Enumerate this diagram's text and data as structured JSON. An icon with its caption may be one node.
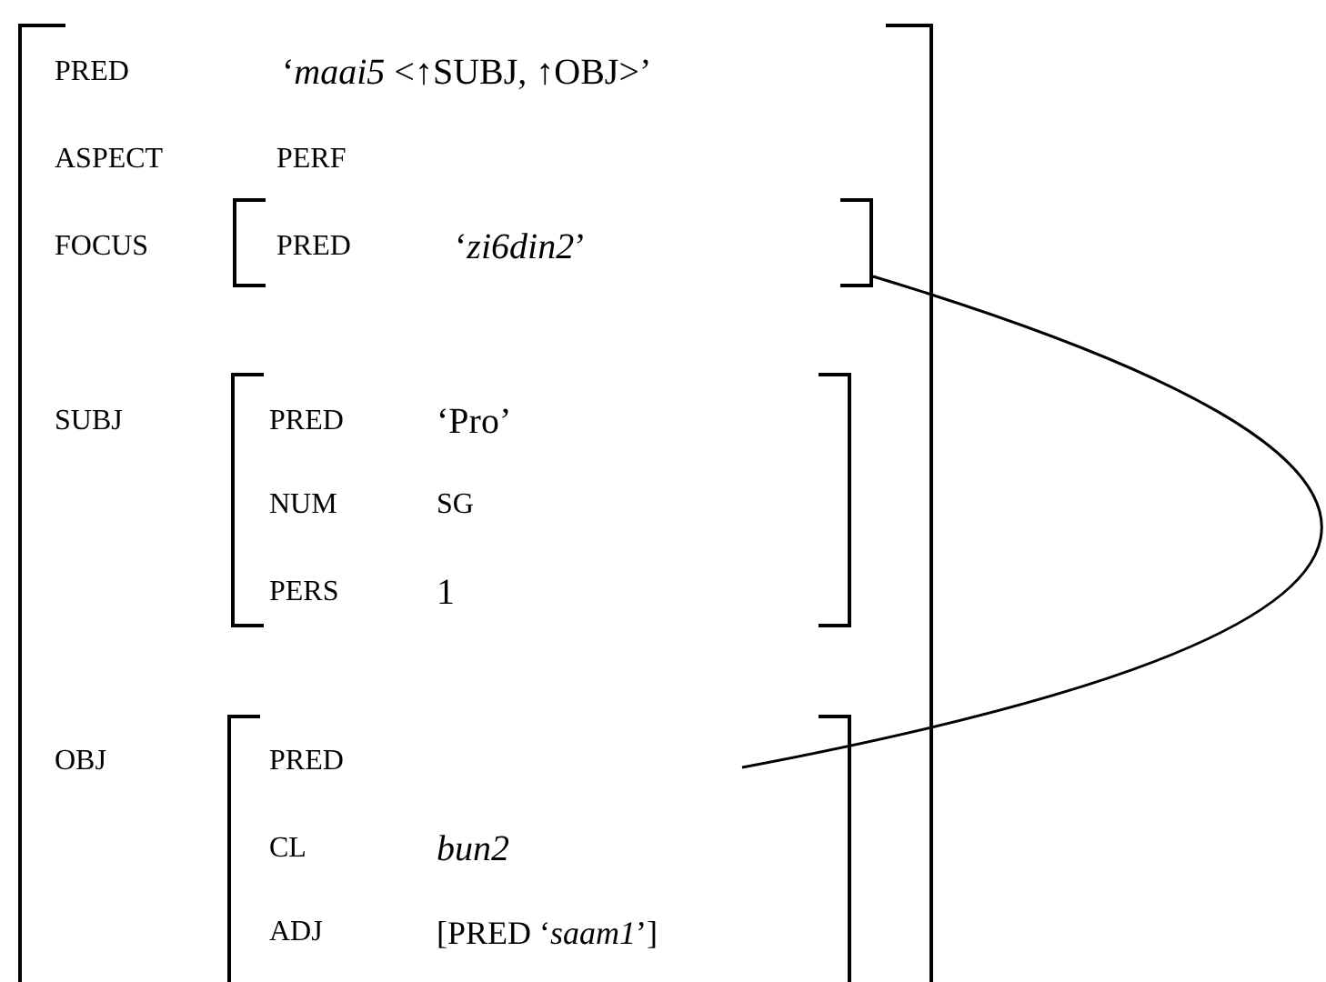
{
  "diagram": {
    "nodes": [
      {
        "text": [
          "PRED",
          "‘*maai5* <↑SUBJ, ↑OBJ>’",
          "ASPECT",
          "PERF",
          "FOCUS",
          "SUBJ",
          "OBJ"
        ]
      },
      {
        "text": [
          "PRED",
          "‘*zi6din2*’"
        ],
        "in": 0
      },
      {
        "text": [
          "PRED",
          "‘Pro’",
          "NUM",
          "SG",
          "PERS",
          "1"
        ],
        "in": 0
      },
      {
        "text": [
          "PRED",
          "CL",
          "bun2",
          "ADJ",
          "[PRED ‘*saam1*’]"
        ],
        "in": 0
      }
    ],
    "edges": [
      {
        "from": 1,
        "to": 3,
        "arrow": "none"
      }
    ]
  }
}
